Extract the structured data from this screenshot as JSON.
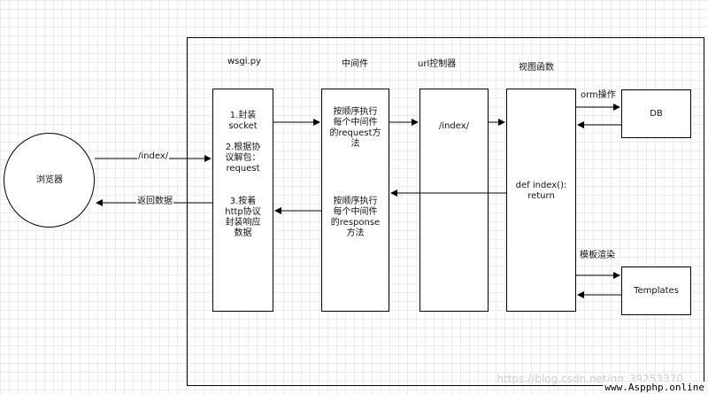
{
  "headers": {
    "wsgi": "wsgi.py",
    "middleware": "中间件",
    "url_controller": "url控制器",
    "view_function": "视图函数"
  },
  "browser": {
    "label": "浏览器"
  },
  "edges": {
    "request_path": "/index/",
    "return_data": "返回数据",
    "orm": "orm操作",
    "template_render": "模板渲染"
  },
  "wsgi_box": {
    "step1": "1.封装\nsocket",
    "step2": "2.根据协\n议解包：\nrequest",
    "step3": "3.按着\nhttp协议\n封装响应\n数据"
  },
  "middleware_box": {
    "request_text": "按顺序执行\n每个中间件\n的request方\n法",
    "response_text": "按顺序执行\n每个中间件\n的response\n方法"
  },
  "url_box": {
    "label": "/index/"
  },
  "view_box": {
    "label": "def index():\nreturn"
  },
  "db_box": {
    "label": "DB"
  },
  "templates_box": {
    "label": "Templates"
  },
  "watermark": "https://blog.csdn.net/qq_39253370",
  "site_tag": "www.Aspphp.online"
}
